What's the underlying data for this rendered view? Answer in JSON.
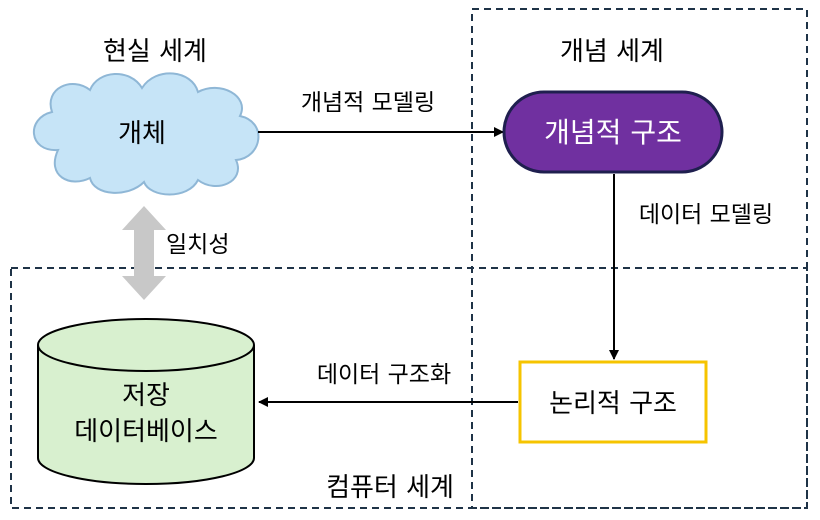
{
  "regions": {
    "real_world": "현실 세계",
    "concept_world": "개념 세계",
    "computer_world": "컴퓨터 세계"
  },
  "nodes": {
    "entity": "개체",
    "conceptual_structure": "개념적 구조",
    "logical_structure": "논리적 구조",
    "database_line1": "저장",
    "database_line2": "데이터베이스"
  },
  "edges": {
    "conceptual_modeling": "개념적 모델링",
    "data_modeling": "데이터 모델링",
    "data_structuring": "데이터 구조화",
    "consistency": "일치성"
  },
  "colors": {
    "cloud_fill": "#c6e4f7",
    "cloud_stroke": "#8fb7d6",
    "concept_fill": "#7030a0",
    "concept_stroke": "#1f1f4f",
    "logical_stroke": "#f6c400",
    "db_fill": "#d8f0cf",
    "db_stroke": "#000000",
    "region_border": "#1f3347",
    "consistency_arrow": "#c8c8c8"
  }
}
